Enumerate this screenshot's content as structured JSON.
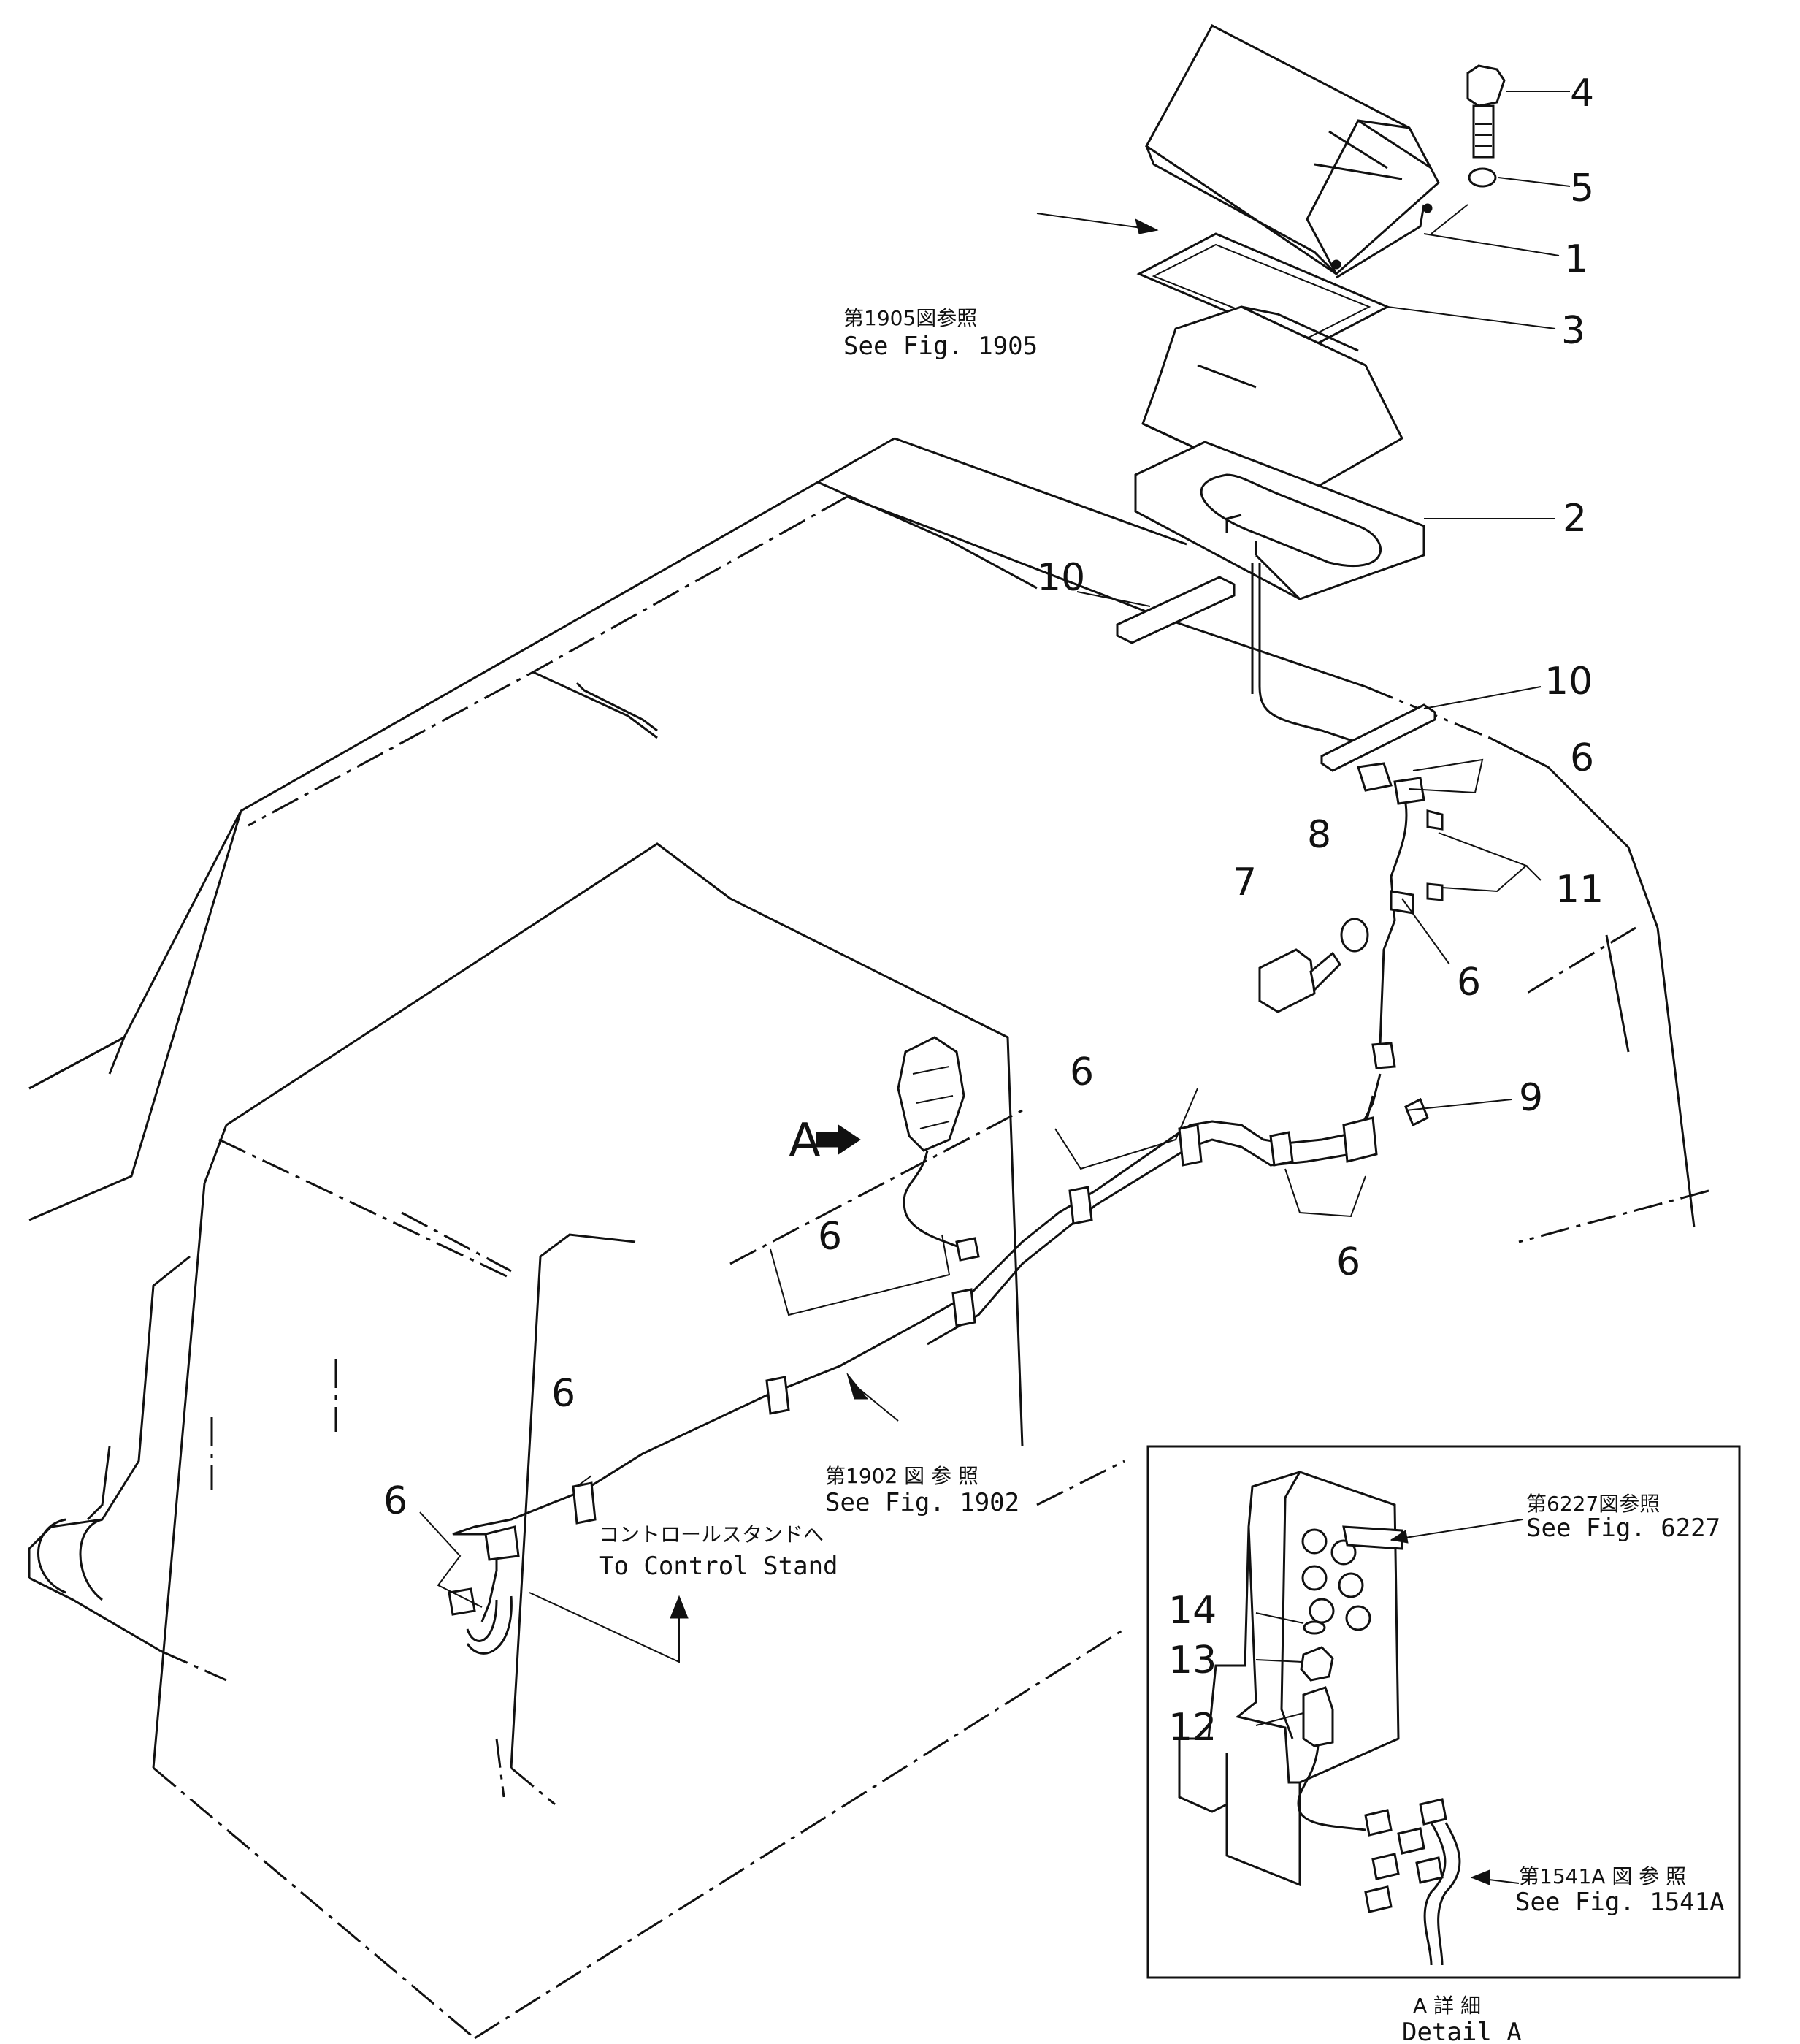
{
  "callouts": {
    "c1": "1",
    "c2": "2",
    "c3": "3",
    "c4": "4",
    "c5": "5",
    "c6": "6",
    "c7": "7",
    "c8": "8",
    "c9": "9",
    "c10": "10",
    "c11": "11",
    "c12": "12",
    "c13": "13",
    "c14": "14"
  },
  "references": {
    "fig1905_jp": "第1905図参照",
    "fig1905_en": "See  Fig.  1905",
    "fig1902_jp": "第1902 図 参 照",
    "fig1902_en": "See  Fig.  1902",
    "fig6227_jp": "第6227図参照",
    "fig6227_en": "See  Fig.  6227",
    "fig1541a_jp": "第1541A 図 参 照",
    "fig1541a_en": "See  Fig.  1541A",
    "control_jp": "コントロールスタンドへ",
    "control_en": "To  Control  Stand"
  },
  "detail": {
    "marker": "A",
    "caption_jp": "A  詳  細",
    "caption_en": "Detail  A"
  }
}
